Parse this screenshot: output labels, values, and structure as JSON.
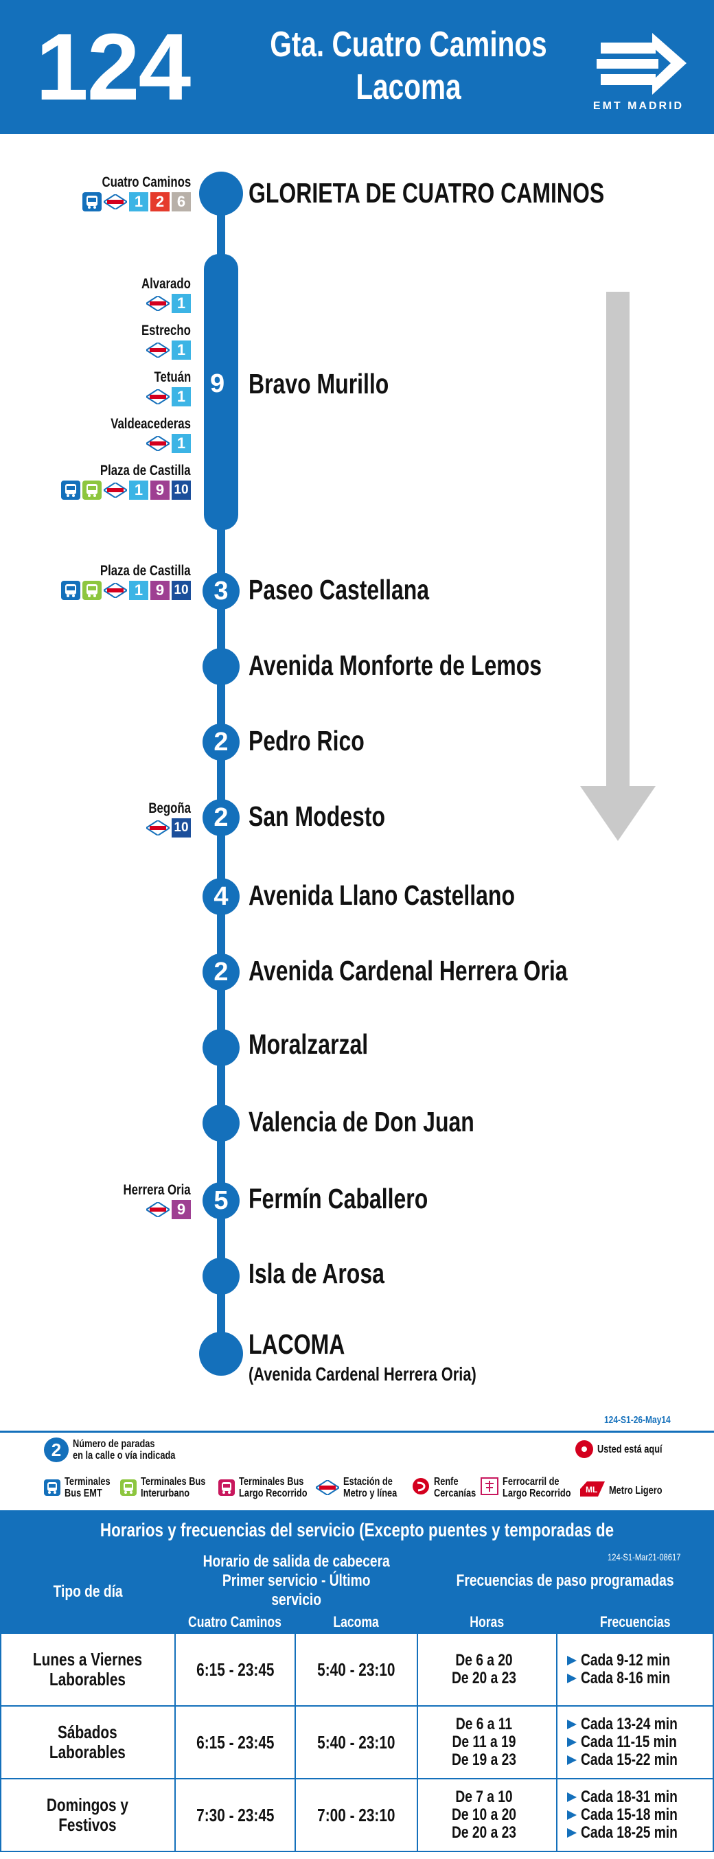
{
  "header": {
    "line_number": "124",
    "destination_1": "Gta. Cuatro Caminos",
    "destination_2": "Lacoma",
    "brand": "EMT MADRID"
  },
  "colors": {
    "primary_blue": "#1470bb",
    "metro_red": "#d4001e",
    "line1": "#3cb4e5",
    "line2": "#e53b2c",
    "line6": "#b8b0a8",
    "line9": "#9e3f92",
    "line10": "#1c4f9b",
    "arrow_gray": "#c9c9c9",
    "interurban_green": "#8dc63f"
  },
  "stops": [
    {
      "name": "GLORIETA DE CUATRO CAMINOS",
      "count": ""
    },
    {
      "name": "Bravo Murillo",
      "count": "9"
    },
    {
      "name": "Paseo Castellana",
      "count": "3"
    },
    {
      "name": "Avenida Monforte de Lemos",
      "count": ""
    },
    {
      "name": "Pedro Rico",
      "count": "2"
    },
    {
      "name": "San Modesto",
      "count": "2"
    },
    {
      "name": "Avenida Llano Castellano",
      "count": "4"
    },
    {
      "name": "Avenida Cardenal Herrera Oria",
      "count": "2"
    },
    {
      "name": "Moralzarzal",
      "count": ""
    },
    {
      "name": "Valencia de Don Juan",
      "count": ""
    },
    {
      "name": "Fermín Caballero",
      "count": "5"
    },
    {
      "name": "Isla de Arosa",
      "count": ""
    },
    {
      "name": "LACOMA",
      "count": "",
      "sub": "(Avenida Cardenal Herrera Oria)"
    }
  ],
  "connections": [
    {
      "name": "Cuatro Caminos",
      "icons": [
        "bus-emt",
        "metro",
        "1",
        "2",
        "6"
      ]
    },
    {
      "name": "Alvarado",
      "icons": [
        "metro",
        "1"
      ]
    },
    {
      "name": "Estrecho",
      "icons": [
        "metro",
        "1"
      ]
    },
    {
      "name": "Tetuán",
      "icons": [
        "metro",
        "1"
      ]
    },
    {
      "name": "Valdeacederas",
      "icons": [
        "metro",
        "1"
      ]
    },
    {
      "name": "Plaza de Castilla",
      "icons": [
        "bus-emt",
        "bus-interurban",
        "metro",
        "1",
        "9",
        "10"
      ]
    },
    {
      "name": "Plaza de Castilla",
      "icons": [
        "bus-emt",
        "bus-interurban",
        "metro",
        "1",
        "9",
        "10"
      ]
    },
    {
      "name": "Begoña",
      "icons": [
        "metro",
        "10"
      ]
    },
    {
      "name": "Herrera Oria",
      "icons": [
        "metro",
        "9"
      ]
    }
  ],
  "legend": {
    "code": "124-S1-26-May14",
    "stops_count_num": "2",
    "stops_count_text_1": "Número de paradas",
    "stops_count_text_2": "en la calle o vía indicada",
    "you_are_here": "Usted está aquí",
    "items": [
      {
        "icon": "bus-emt-icon",
        "l1": "Terminales",
        "l2": "Bus EMT"
      },
      {
        "icon": "bus-interurban-icon",
        "l1": "Terminales Bus",
        "l2": "Interurbano"
      },
      {
        "icon": "bus-long-icon",
        "l1": "Terminales Bus",
        "l2": "Largo Recorrido"
      },
      {
        "icon": "metro-icon",
        "l1": "Estación de",
        "l2": "Metro y línea"
      },
      {
        "icon": "renfe-icon",
        "l1": "Renfe",
        "l2": "Cercanías"
      },
      {
        "icon": "railway-icon",
        "l1": "Ferrocarril de",
        "l2": "Largo Recorrido"
      },
      {
        "icon": "light-rail-icon",
        "l1": "Metro Ligero",
        "l2": ""
      }
    ]
  },
  "timetable": {
    "title": "Horarios y frecuencias del servicio (Excepto puentes y temporadas de Semana Santa y Verano)",
    "code": "124-S1-Mar21-08617",
    "col_day_type": "Tipo de día",
    "col_departure_1": "Horario de salida de cabecera",
    "col_departure_2": "Primer servicio - Último servicio",
    "col_freq": "Frecuencias de paso programadas",
    "sub_origin": "Cuatro Caminos",
    "sub_dest": "Lacoma",
    "sub_hours": "Horas",
    "sub_freq": "Frecuencias",
    "rows": [
      {
        "day_1": "Lunes a Viernes",
        "day_2": "Laborables",
        "origin": "6:15 - 23:45",
        "dest": "5:40 - 23:10",
        "hours": [
          "De 6 a 20",
          "De 20 a 23"
        ],
        "freqs": [
          "Cada 9-12 min",
          "Cada 8-16 min"
        ]
      },
      {
        "day_1": "Sábados",
        "day_2": "Laborables",
        "origin": "6:15 - 23:45",
        "dest": "5:40 - 23:10",
        "hours": [
          "De 6 a 11",
          "De 11 a 19",
          "De 19 a 23"
        ],
        "freqs": [
          "Cada 13-24 min",
          "Cada 11-15 min",
          "Cada 15-22 min"
        ]
      },
      {
        "day_1": "Domingos y",
        "day_2": "Festivos",
        "origin": "7:30 - 23:45",
        "dest": "7:00 - 23:10",
        "hours": [
          "De 7 a 10",
          "De 10 a 20",
          "De 20 a 23"
        ],
        "freqs": [
          "Cada 18-31 min",
          "Cada 15-18 min",
          "Cada 18-25 min"
        ]
      }
    ]
  }
}
